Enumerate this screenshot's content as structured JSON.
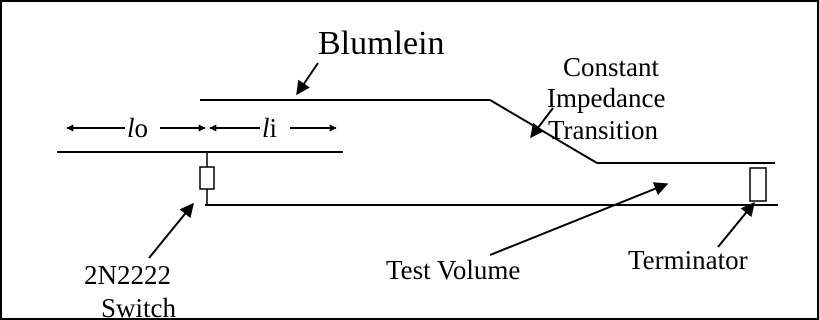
{
  "labels": {
    "blumlein": "Blumlein",
    "constant": "Constant",
    "impedance": "Impedance",
    "transition": "Transition",
    "lo_letter": "l",
    "lo_sub": "o",
    "li_letter": "l",
    "li_sub": "i",
    "switch_part": "2N2222",
    "switch_word": "Switch",
    "test_volume": "Test Volume",
    "terminator": "Terminator"
  }
}
